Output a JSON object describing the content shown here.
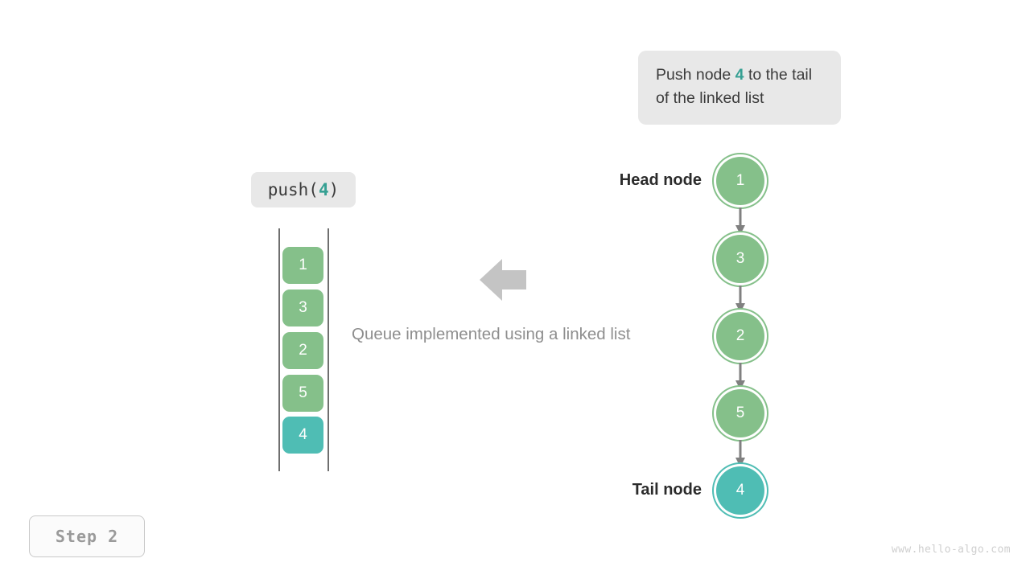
{
  "callout": {
    "prefix": "Push node ",
    "value": "4",
    "suffix": " to the tail of the linked list"
  },
  "operation_chip": {
    "prefix": "push(",
    "value": "4",
    "suffix": ")"
  },
  "queue": {
    "title": "Queue implemented using a linked list",
    "cells": [
      {
        "value": "1",
        "state": "normal"
      },
      {
        "value": "3",
        "state": "normal"
      },
      {
        "value": "2",
        "state": "normal"
      },
      {
        "value": "5",
        "state": "normal"
      },
      {
        "value": "4",
        "state": "highlight"
      }
    ]
  },
  "linked_list": {
    "head_label": "Head node",
    "tail_label": "Tail node",
    "nodes": [
      {
        "value": "1",
        "state": "normal"
      },
      {
        "value": "3",
        "state": "normal"
      },
      {
        "value": "2",
        "state": "normal"
      },
      {
        "value": "5",
        "state": "normal"
      },
      {
        "value": "4",
        "state": "highlight"
      }
    ]
  },
  "step_badge": "Step 2",
  "watermark": "www.hello-algo.com",
  "colors": {
    "node_normal": "#85c08a",
    "node_highlight": "#4fbdb4",
    "accent_text": "#36a093",
    "chip_background": "#e8e8e8",
    "arrow_gray": "#808080",
    "caption_gray": "#8e8e8e"
  }
}
